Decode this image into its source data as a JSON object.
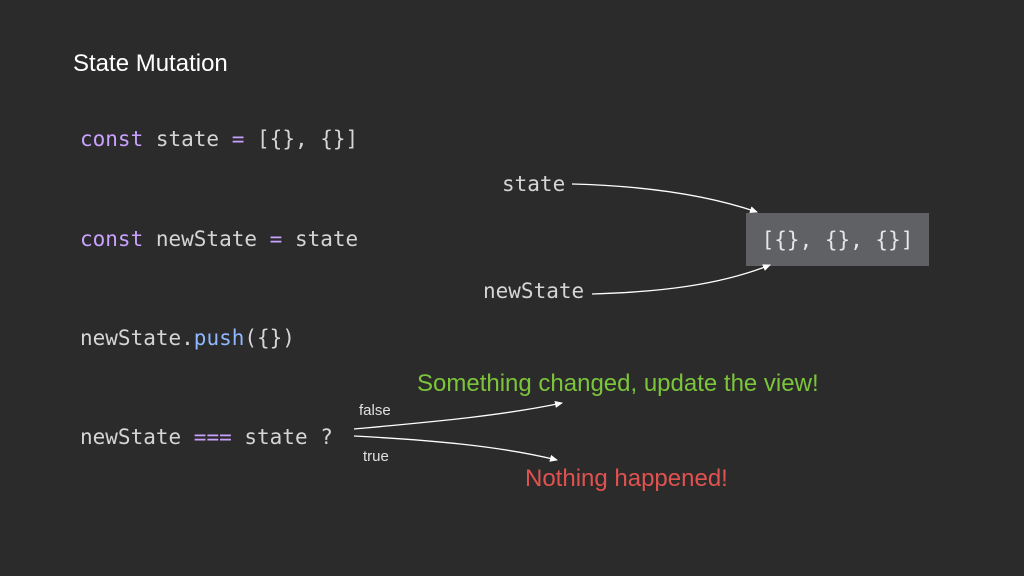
{
  "title": "State Mutation",
  "code": {
    "line1": {
      "keyword": "const",
      "name": " state ",
      "op": "=",
      "rest": " [{}, {}]"
    },
    "line2": {
      "keyword": "const",
      "name": " newState ",
      "op": "=",
      "rest": " state"
    },
    "line3": {
      "obj": "newState.",
      "method": "push",
      "args": "({})"
    },
    "line4": {
      "left": "newState ",
      "op": "===",
      "rest": " state ?"
    }
  },
  "diagram": {
    "ref_state": "state",
    "ref_newstate": "newState",
    "array_value": "[{}, {}, {}]"
  },
  "branches": {
    "false_label": "false",
    "true_label": "true",
    "false_result": "Something changed, update the view!",
    "true_result": "Nothing happened!"
  },
  "colors": {
    "background": "#2b2b2b",
    "keyword": "#c9a1ff",
    "method": "#8fb8ff",
    "changed": "#7cc53b",
    "nothing": "#e0524f"
  }
}
